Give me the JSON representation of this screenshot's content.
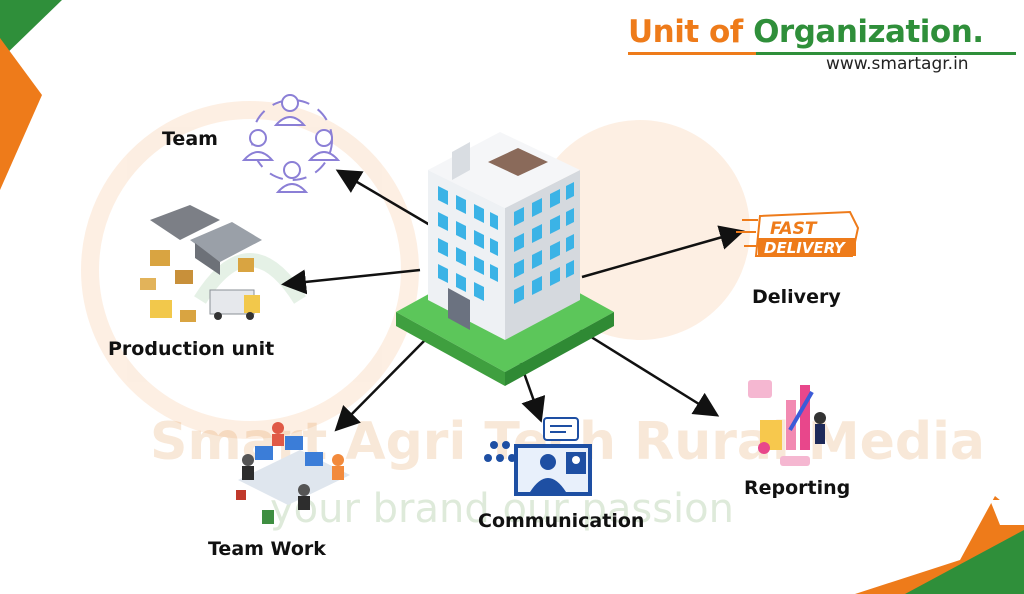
{
  "header": {
    "title_part1": "Unit of",
    "title_part2": "Organization.",
    "website": "www.smartagr.in"
  },
  "watermark": {
    "brand": "Smart Agri Tech Rural Media",
    "tagline": "your brand our passion"
  },
  "center": {
    "icon": "office-building-icon"
  },
  "nodes": [
    {
      "id": "team",
      "label": "Team",
      "icon": "team-circle-icon"
    },
    {
      "id": "production",
      "label": "Production unit",
      "icon": "warehouse-icon"
    },
    {
      "id": "teamwork",
      "label": "Team Work",
      "icon": "office-desks-icon"
    },
    {
      "id": "communication",
      "label": "Communication",
      "icon": "video-call-icon"
    },
    {
      "id": "reporting",
      "label": "Reporting",
      "icon": "report-chart-icon"
    },
    {
      "id": "delivery",
      "label": "Delivery",
      "icon": "fast-delivery-icon"
    }
  ],
  "delivery_badge": {
    "line1": "FAST",
    "line2": "DELIVERY"
  },
  "colors": {
    "orange": "#ee7b1a",
    "green": "#2f8f3a",
    "building_blue": "#3bb3e6",
    "platform_green": "#5cc65a"
  }
}
